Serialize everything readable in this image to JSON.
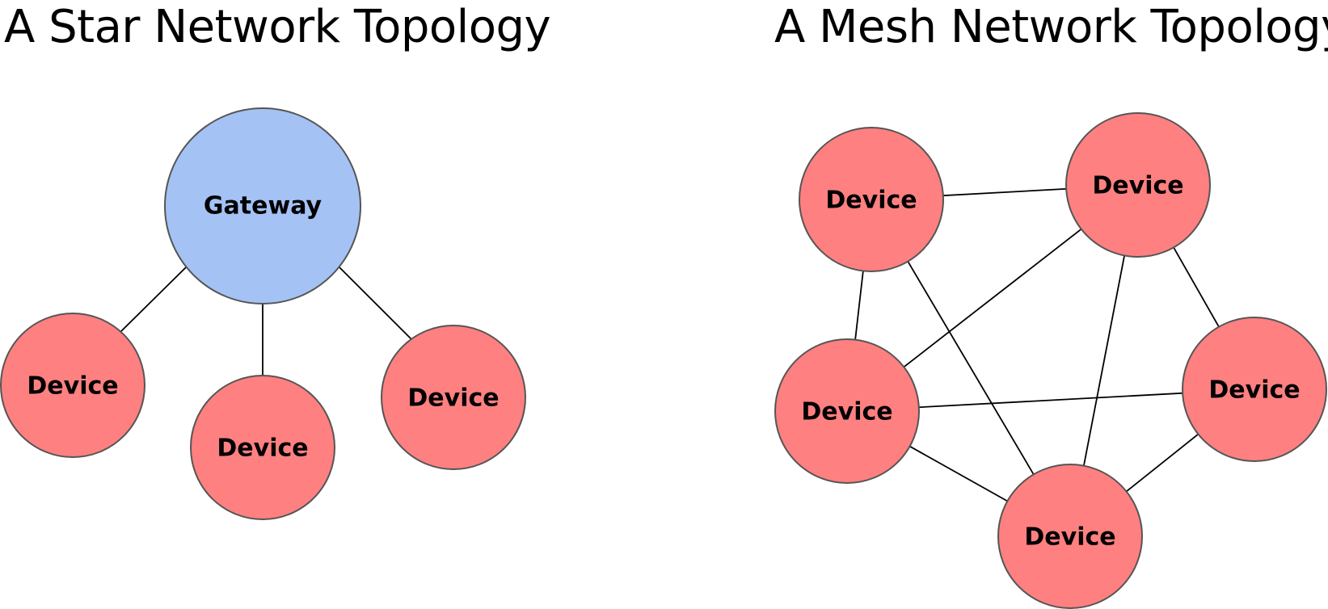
{
  "star": {
    "title": "A Star Network Topology",
    "gateway": {
      "label": "Gateway"
    },
    "devices": [
      {
        "label": "Device"
      },
      {
        "label": "Device"
      },
      {
        "label": "Device"
      }
    ]
  },
  "mesh": {
    "title": "A Mesh Network Topology",
    "devices": [
      {
        "label": "Device"
      },
      {
        "label": "Device"
      },
      {
        "label": "Device"
      },
      {
        "label": "Device"
      },
      {
        "label": "Device"
      }
    ]
  },
  "colors": {
    "gateway_fill": "#a4c2f4",
    "device_fill": "#ff8080",
    "node_stroke": "#555555",
    "edge": "#000000"
  }
}
